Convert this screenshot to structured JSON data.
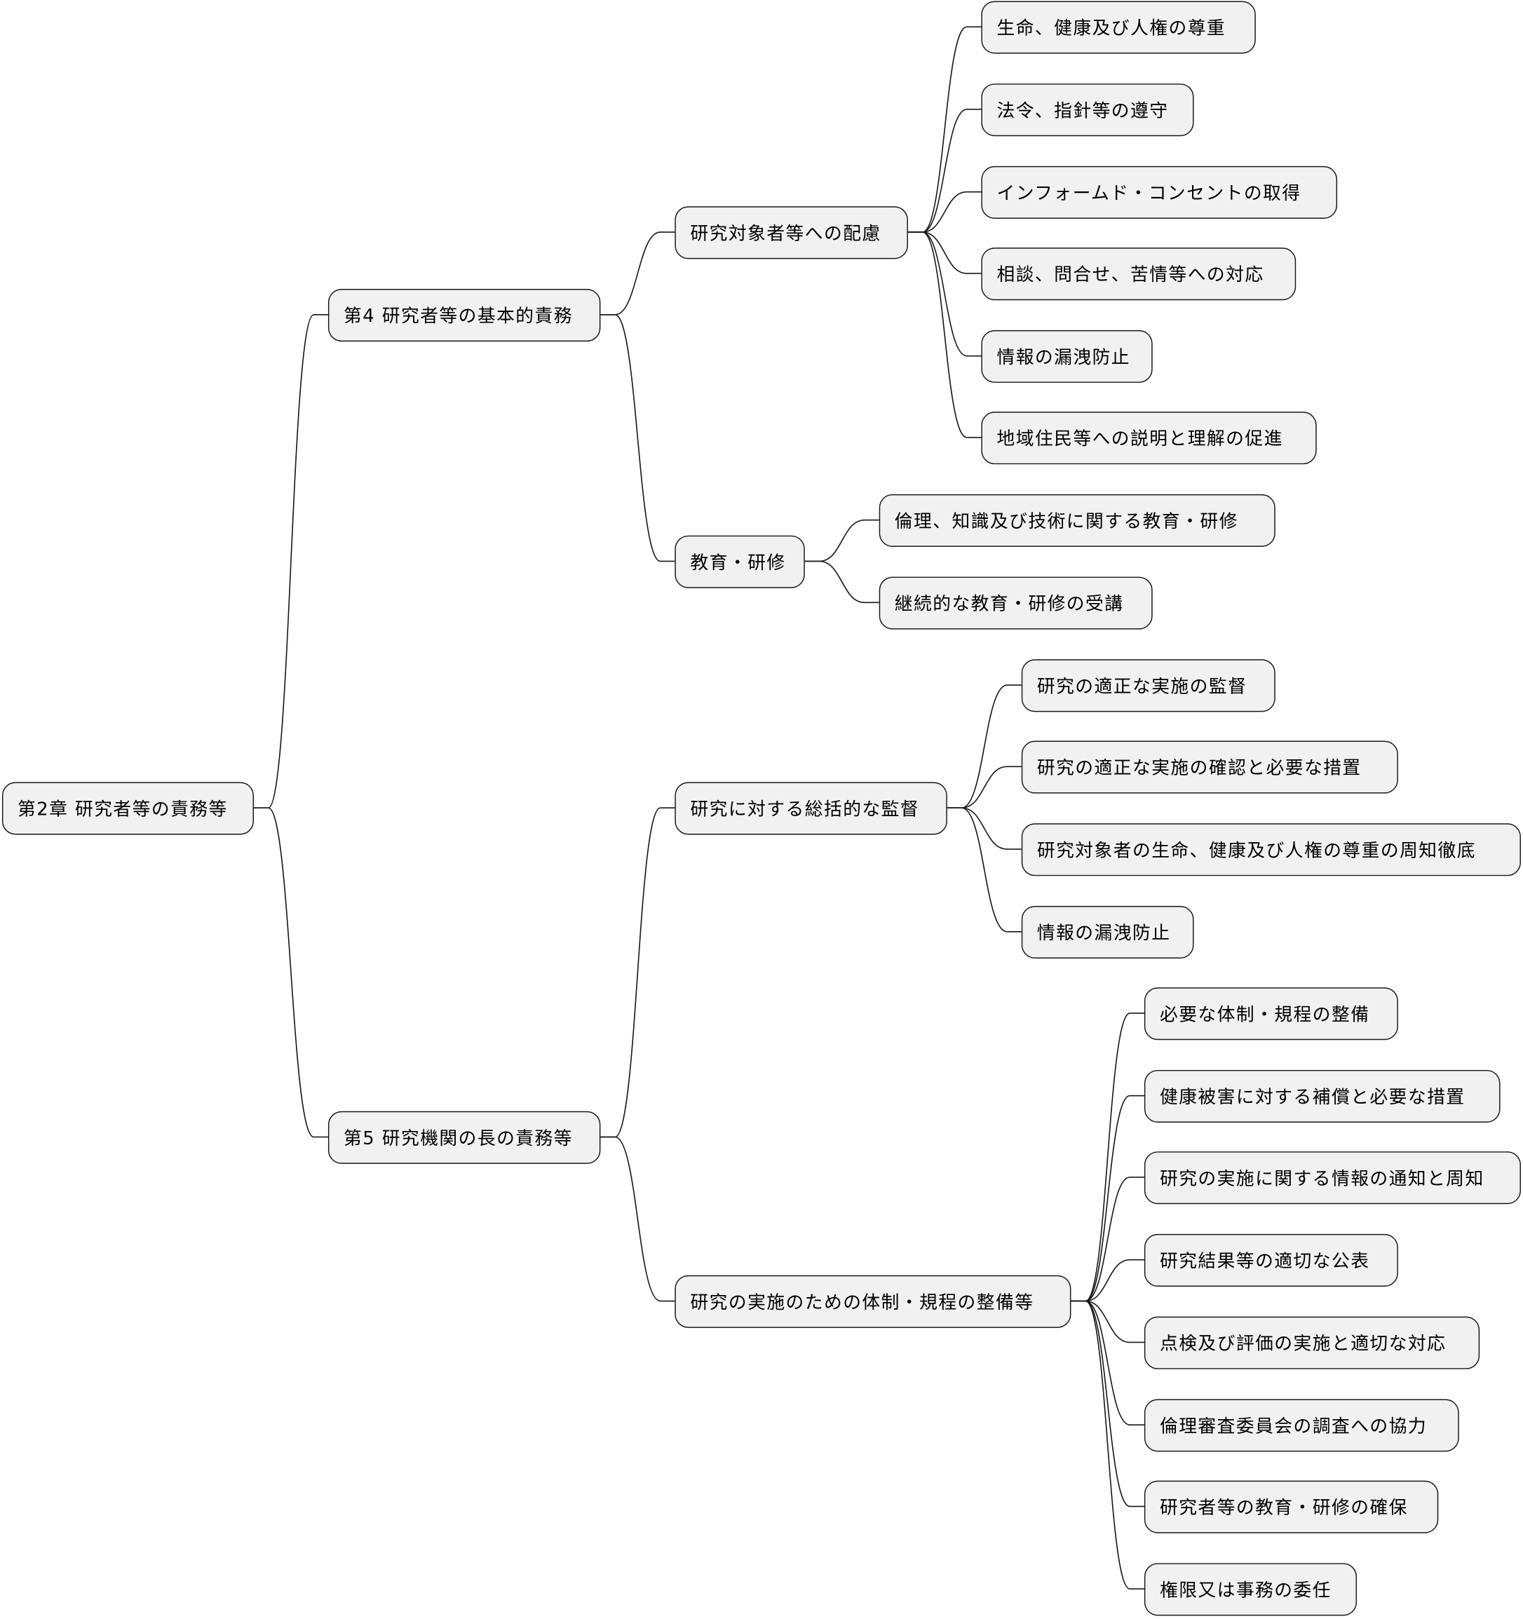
{
  "root": {
    "label": "第2章 研究者等の責務等",
    "children": [
      {
        "label": "第4 研究者等の基本的責務",
        "children": [
          {
            "label": "研究対象者等への配慮",
            "children": [
              {
                "label": "生命、健康及び人権の尊重"
              },
              {
                "label": "法令、指針等の遵守"
              },
              {
                "label": "インフォームド・コンセントの取得"
              },
              {
                "label": "相談、問合せ、苦情等への対応"
              },
              {
                "label": "情報の漏洩防止"
              },
              {
                "label": "地域住民等への説明と理解の促進"
              }
            ]
          },
          {
            "label": "教育・研修",
            "children": [
              {
                "label": "倫理、知識及び技術に関する教育・研修"
              },
              {
                "label": "継続的な教育・研修の受講"
              }
            ]
          }
        ]
      },
      {
        "label": "第5 研究機関の長の責務等",
        "children": [
          {
            "label": "研究に対する総括的な監督",
            "children": [
              {
                "label": "研究の適正な実施の監督"
              },
              {
                "label": "研究の適正な実施の確認と必要な措置"
              },
              {
                "label": "研究対象者の生命、健康及び人権の尊重の周知徹底"
              },
              {
                "label": "情報の漏洩防止"
              }
            ]
          },
          {
            "label": "研究の実施のための体制・規程の整備等",
            "children": [
              {
                "label": "必要な体制・規程の整備"
              },
              {
                "label": "健康被害に対する補償と必要な措置"
              },
              {
                "label": "研究の実施に関する情報の通知と周知"
              },
              {
                "label": "研究結果等の適切な公表"
              },
              {
                "label": "点検及び評価の実施と適切な対応"
              },
              {
                "label": "倫理審査委員会の調査への協力"
              },
              {
                "label": "研究者等の教育・研修の確保"
              },
              {
                "label": "権限又は事務の委任"
              }
            ]
          }
        ]
      }
    ]
  }
}
